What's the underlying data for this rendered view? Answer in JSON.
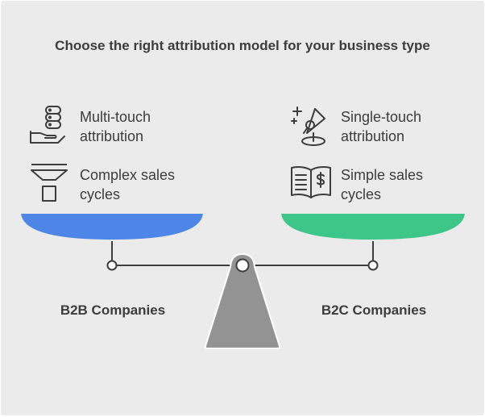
{
  "title": "Choose the right attribution model for your business type",
  "left": {
    "company": "B2B Companies",
    "color": "#4d86e6",
    "items": [
      {
        "icon": "database-hand-icon",
        "text_line1": "Multi-touch",
        "text_line2": "attribution"
      },
      {
        "icon": "funnel-icon",
        "text_line1": "Complex sales",
        "text_line2": "cycles"
      }
    ]
  },
  "right": {
    "company": "B2C Companies",
    "color": "#3cc788",
    "items": [
      {
        "icon": "spotlight-icon",
        "text_line1": "Single-touch",
        "text_line2": "attribution"
      },
      {
        "icon": "book-dollar-icon",
        "text_line1": "Simple sales",
        "text_line2": "cycles"
      }
    ]
  },
  "colors": {
    "fulcrum": "#939393",
    "beam": "#3d3d3d",
    "background": "#ebebeb"
  }
}
